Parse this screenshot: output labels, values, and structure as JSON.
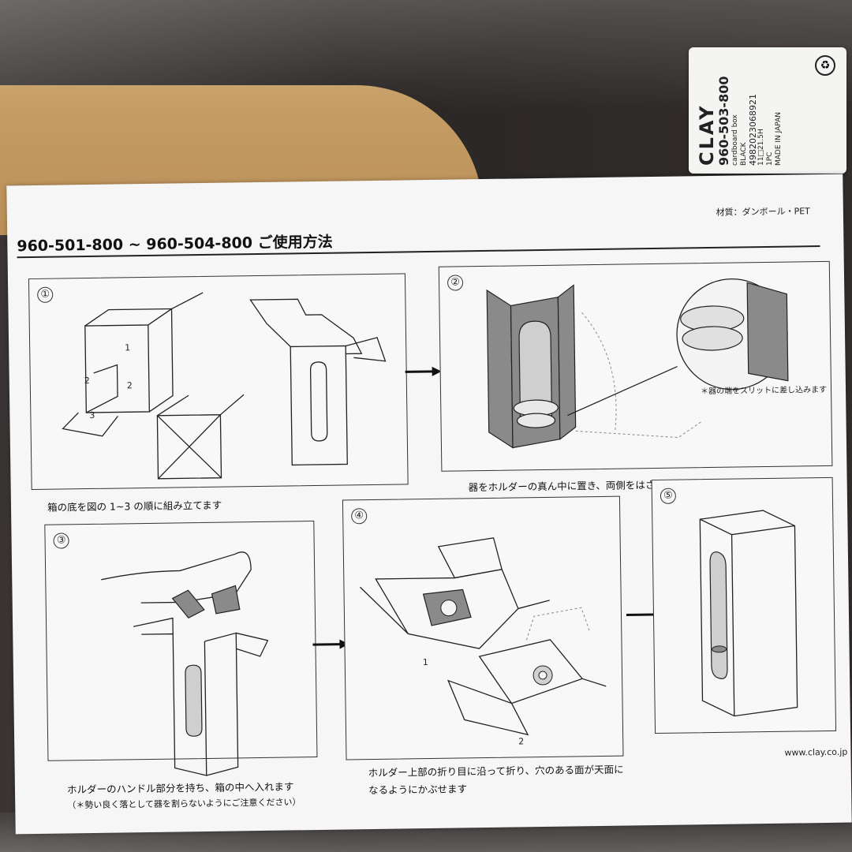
{
  "sticker": {
    "brand": "CLAY",
    "code": "960-503-800",
    "material_en": "cardboard box",
    "color": "BLACK",
    "barcode": "4982023068921",
    "size": "11□21.5H",
    "qty": "1PC",
    "origin": "MADE IN JAPAN"
  },
  "card": {
    "material": "材質：ダンボール・PET",
    "title": "960-501-800 ~ 960-504-800 ご使用方法",
    "url": "www.clay.co.jp",
    "steps": [
      {
        "num": "①",
        "caption": "箱の底を図の 1~3 の順に組み立てます"
      },
      {
        "num": "②",
        "caption": "器をホルダーの真ん中に置き、両側をはさむように組み立てます",
        "note": "＊器の端をスリットに差し込みます"
      },
      {
        "num": "③",
        "caption": "ホルダーのハンドル部分を持ち、箱の中へ入れます",
        "caption2": "（＊勢い良く落として器を割らないようにご注意ください）"
      },
      {
        "num": "④",
        "caption": "ホルダー上部の折り目に沿って折り、穴のある面が天面に",
        "caption2": "なるようにかぶせます"
      },
      {
        "num": "⑤"
      }
    ],
    "diagram_labels": {
      "one": "1",
      "two": "2",
      "three": "3"
    }
  }
}
